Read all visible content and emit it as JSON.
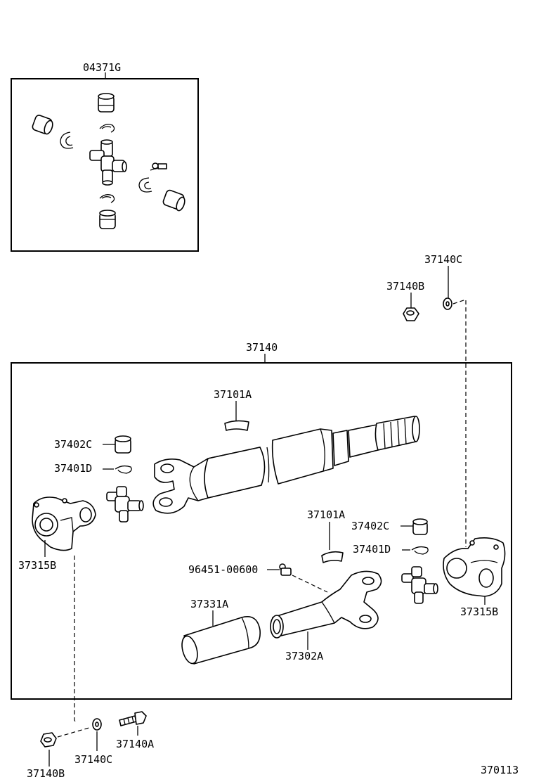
{
  "labels": {
    "kit": "04371G",
    "nut_top": "37140B",
    "washer_top": "37140C",
    "assembly": "37140",
    "weight_upper": "37101A",
    "bearing_left": "37402C",
    "snap_left": "37401D",
    "flange_left": "37315B",
    "weight_lower": "37101A",
    "bearing_right": "37402C",
    "snap_right": "37401D",
    "grease_fitting": "96451-00600",
    "flange_right": "37315B",
    "boot": "37331A",
    "slip_yoke": "37302A",
    "bolt": "37140A",
    "washer_bottom": "37140C",
    "nut_bottom": "37140B",
    "diagram_number": "370113"
  }
}
